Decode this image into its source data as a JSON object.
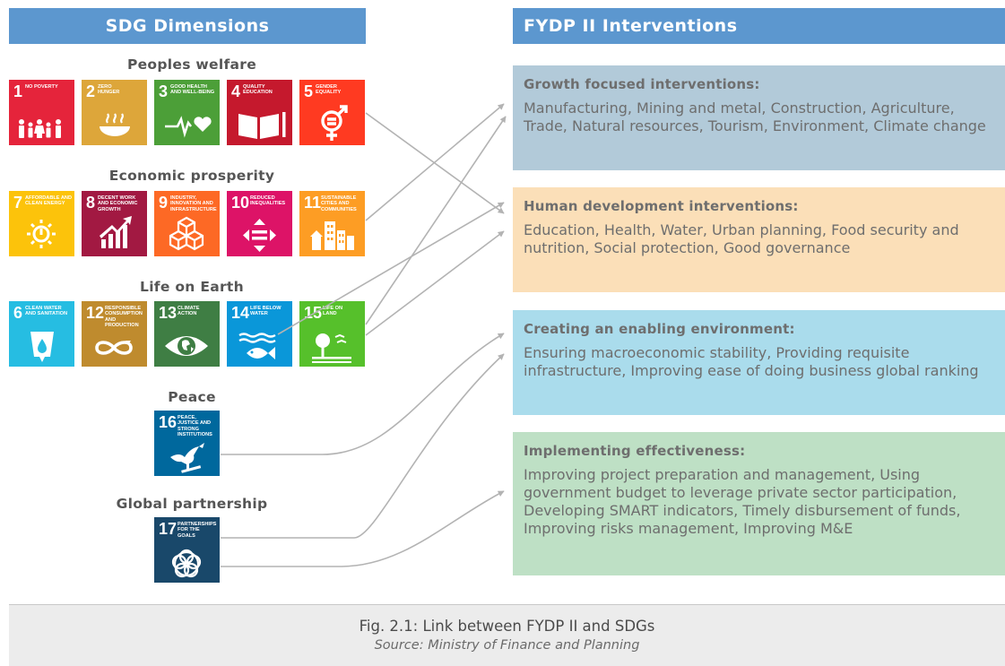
{
  "headers": {
    "left": "SDG Dimensions",
    "right": "FYDP II Interventions"
  },
  "groups": {
    "peoples_welfare": "Peoples welfare",
    "economic_prosperity": "Economic prosperity",
    "life_on_earth": "Life on Earth",
    "peace": "Peace",
    "global_partnership": "Global partnership"
  },
  "sdgs": [
    {
      "number": "1",
      "label": "NO POVERTY",
      "color": "#e5243b",
      "icon": "family-icon"
    },
    {
      "number": "2",
      "label": "ZERO HUNGER",
      "color": "#dda63a",
      "icon": "bowl-icon"
    },
    {
      "number": "3",
      "label": "GOOD HEALTH AND WELL-BEING",
      "color": "#4c9f38",
      "icon": "heartbeat-icon"
    },
    {
      "number": "4",
      "label": "QUALITY EDUCATION",
      "color": "#c5192d",
      "icon": "book-icon"
    },
    {
      "number": "5",
      "label": "GENDER EQUALITY",
      "color": "#ff3a21",
      "icon": "gender-icon"
    },
    {
      "number": "7",
      "label": "AFFORDABLE AND CLEAN ENERGY",
      "color": "#fcc30b",
      "icon": "sun-icon"
    },
    {
      "number": "8",
      "label": "DECENT WORK AND ECONOMIC GROWTH",
      "color": "#a21942",
      "icon": "growth-chart-icon"
    },
    {
      "number": "9",
      "label": "INDUSTRY, INNOVATION AND INFRASTRUCTURE",
      "color": "#fd6925",
      "icon": "cubes-icon"
    },
    {
      "number": "10",
      "label": "REDUCED INEQUALITIES",
      "color": "#dd1367",
      "icon": "equal-arrows-icon"
    },
    {
      "number": "11",
      "label": "SUSTAINABLE CITIES AND COMMUNITIES",
      "color": "#fd9d24",
      "icon": "city-icon"
    },
    {
      "number": "6",
      "label": "CLEAN WATER AND SANITATION",
      "color": "#26bde2",
      "icon": "water-drop-icon"
    },
    {
      "number": "12",
      "label": "RESPONSIBLE CONSUMPTION AND PRODUCTION",
      "color": "#bf8b2e",
      "icon": "infinity-icon"
    },
    {
      "number": "13",
      "label": "CLIMATE ACTION",
      "color": "#3f7e44",
      "icon": "earth-eye-icon"
    },
    {
      "number": "14",
      "label": "LIFE BELOW WATER",
      "color": "#0a97d9",
      "icon": "fish-icon"
    },
    {
      "number": "15",
      "label": "LIFE ON LAND",
      "color": "#56c02b",
      "icon": "tree-icon"
    },
    {
      "number": "16",
      "label": "PEACE, JUSTICE AND STRONG INSTITUTIONS",
      "color": "#00689d",
      "icon": "dove-icon"
    },
    {
      "number": "17",
      "label": "PARTNERSHIPS FOR THE GOALS",
      "color": "#19486a",
      "icon": "rings-icon"
    }
  ],
  "interventions": [
    {
      "title": "Growth focused interventions:",
      "body": "Manufacturing, Mining and metal, Construction, Agriculture, Trade, Natural resources, Tourism, Environment, Climate change",
      "color": "#b2cad9"
    },
    {
      "title": "Human development interventions:",
      "body": "Education, Health, Water, Urban planning, Food security and nutrition, Social protection, Good governance",
      "color": "#fbdfb8"
    },
    {
      "title": "Creating an enabling environment:",
      "body": "Ensuring macroeconomic stability, Providing requisite infrastructure, Improving ease of doing business global ranking",
      "color": "#aadcec"
    },
    {
      "title": "Implementing effectiveness:",
      "body": "Improving project preparation and management, Using government budget to leverage private sector participation, Developing SMART indicators, Timely disbursement of funds, Improving risks management, Improving M&E",
      "color": "#bee0c5"
    }
  ],
  "caption": "Fig. 2.1: Link between FYDP II and SDGs",
  "source": "Source: Ministry of Finance and Planning",
  "colors": {
    "header": "#5c97cf",
    "connector": "#b3b3b3"
  }
}
